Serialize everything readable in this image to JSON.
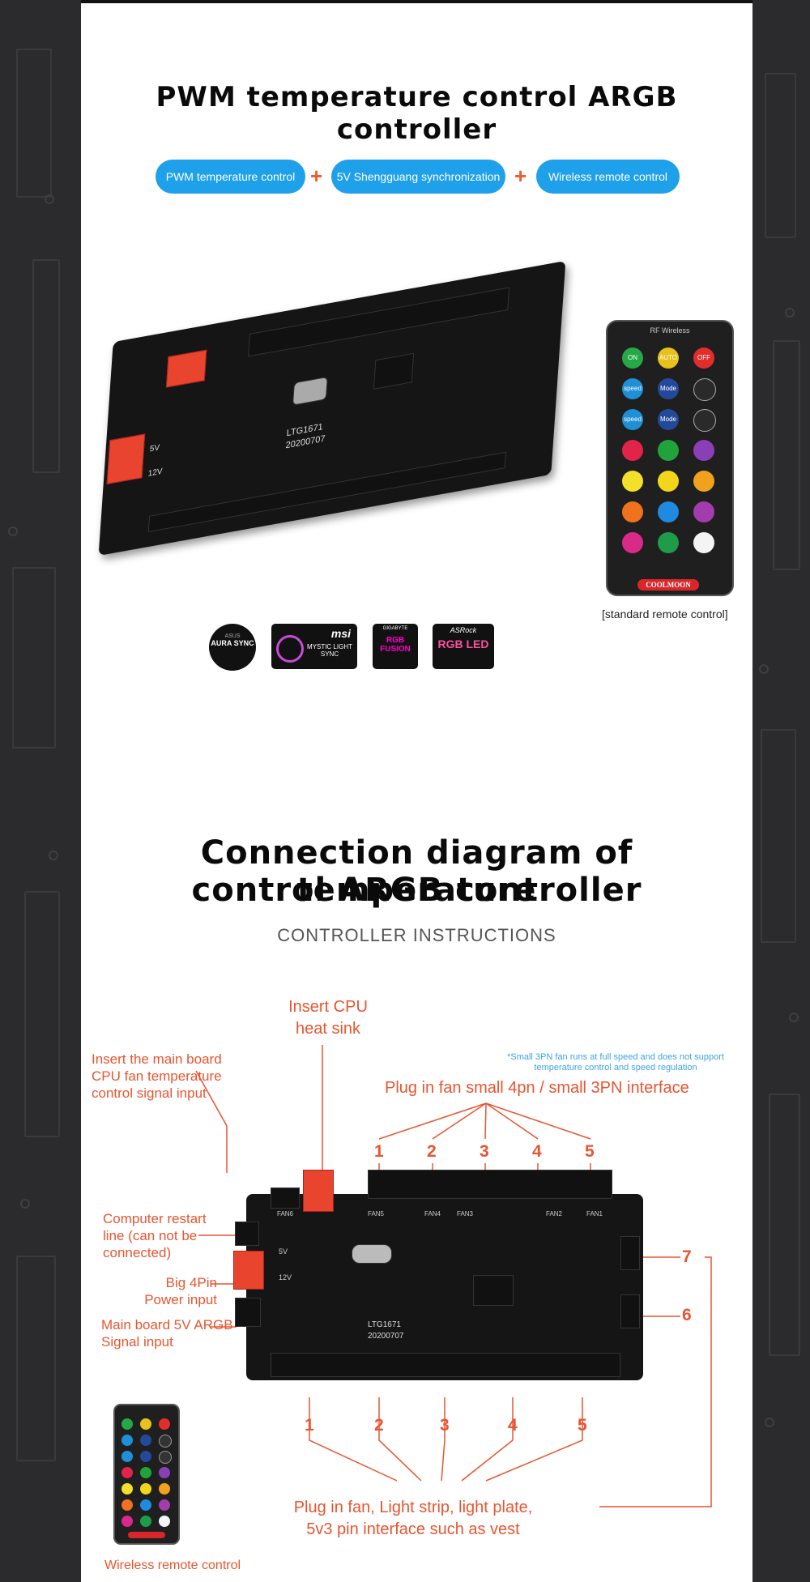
{
  "top": {
    "title": "PWM temperature control ARGB controller",
    "features": [
      "PWM temperature control",
      "5V Shengguang synchronization",
      "Wireless remote control"
    ],
    "plus_sign": "+",
    "board_text": {
      "model": "LTG1671",
      "date": "20200707",
      "v5": "5V",
      "v12": "12V"
    },
    "remote": {
      "header": "RF Wireless",
      "buttons": [
        "ON",
        "AUTO",
        "OFF",
        "speed",
        "Mode",
        "",
        "speed",
        "Mode",
        ""
      ],
      "brand": "COOLMOON"
    },
    "remote_caption": "[standard remote control]",
    "sync_logos": [
      "AURA SYNC",
      "MYSTIC LIGHT SYNC",
      "RGB FUSION",
      "RGB LED"
    ],
    "logo_brands": [
      "ASUS",
      "msi",
      "GIGABYTE",
      "ASRock"
    ]
  },
  "bottom": {
    "title_line1": "Connection diagram of temperature",
    "title_line2": "control ARGB controller",
    "subtitle": "CONTROLLER INSTRUCTIONS",
    "ann_cpu": "Insert CPU\nheat sink",
    "ann_mainboard": "Insert the main board\nCPU fan temperature\ncontrol signal input",
    "ann_note": "*Small 3PN fan runs at full speed and does not support\ntemperature control and speed regulation",
    "ann_fan_plug": "Plug in fan small 4pn / small 3PN interface",
    "ann_restart": "Computer restart\nline (can not be\nconnected)",
    "ann_power": "Big 4Pin\nPower input",
    "ann_argb": "Main board 5V ARGB\nSignal input",
    "ann_bottom_plug": "Plug in fan,  Light strip, light plate,\n5v3 pin interface such as vest",
    "ann_wireless": "Wireless remote control",
    "fan_numbers": [
      "1",
      "2",
      "3",
      "4",
      "5"
    ],
    "side_numbers": [
      "7",
      "6"
    ],
    "bottom_numbers": [
      "1",
      "2",
      "3",
      "4",
      "5"
    ],
    "board_labels": [
      "FAN6",
      "FAN5",
      "FAN4",
      "FAN3",
      "FAN2",
      "FAN1"
    ],
    "board_text": {
      "model": "LTG1671",
      "date": "20200707",
      "v5": "5V",
      "v12": "12V"
    }
  },
  "colors": {
    "accent_blue": "#1ea0ea",
    "annotation_red": "#e85530",
    "connector_red": "#e8442e"
  }
}
